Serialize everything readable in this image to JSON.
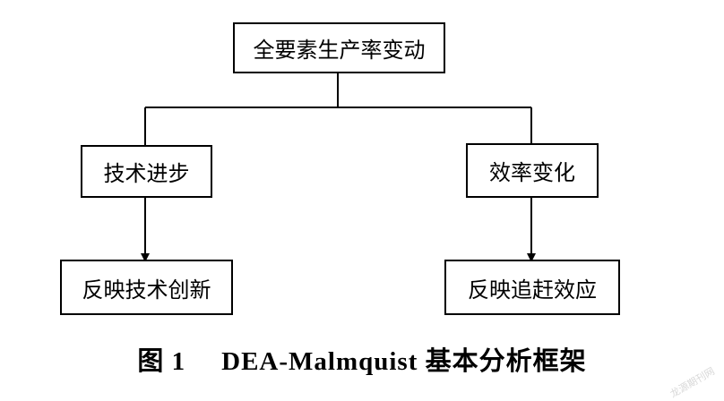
{
  "diagram": {
    "root": "全要素生产率变动",
    "left_branch": "技术进步",
    "right_branch": "效率变化",
    "left_result": "反映技术创新",
    "right_result": "反映追赶效应"
  },
  "caption": {
    "number": "图 1",
    "text": "DEA-Malmquist 基本分析框架"
  },
  "watermark": "龙源期刊网"
}
